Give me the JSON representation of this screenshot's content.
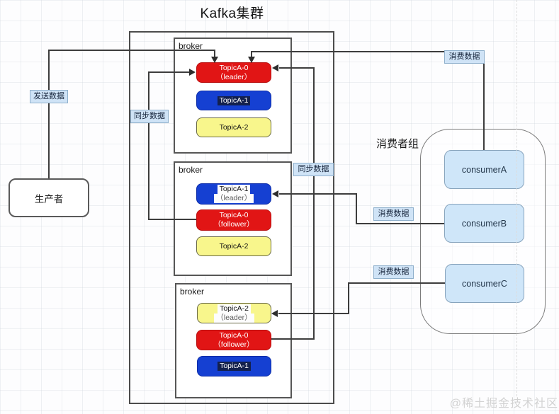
{
  "title": "Kafka集群",
  "watermark": "@稀土掘金技术社区",
  "producer": {
    "label": "生产者"
  },
  "labels": {
    "send_data": "发送数据",
    "sync_data_1": "同步数据",
    "sync_data_2": "同步数据",
    "consume_data_a": "消费数据",
    "consume_data_b": "消费数据",
    "consume_data_c": "消费数据"
  },
  "consumer_group": {
    "label": "消费者组",
    "consumers": [
      {
        "label": "consumerA"
      },
      {
        "label": "consumerB"
      },
      {
        "label": "consumerC"
      }
    ]
  },
  "brokers": [
    {
      "label": "broker",
      "topics": [
        {
          "name": "TopicA-0",
          "role": "（leader）"
        },
        {
          "name": "TopicA-1",
          "role": ""
        },
        {
          "name": "TopicA-2",
          "role": ""
        }
      ]
    },
    {
      "label": "broker",
      "topics": [
        {
          "name": "TopicA-1",
          "role": "（leader）"
        },
        {
          "name": "TopicA-0",
          "role": "（follower）"
        },
        {
          "name": "TopicA-2",
          "role": ""
        }
      ]
    },
    {
      "label": "broker",
      "topics": [
        {
          "name": "TopicA-2",
          "role": "（leader）"
        },
        {
          "name": "TopicA-0",
          "role": "（follower）"
        },
        {
          "name": "TopicA-1",
          "role": ""
        }
      ]
    }
  ],
  "colors": {
    "topic_red": "#e11515",
    "topic_blue": "#1540d2",
    "topic_yellow": "#f8f68c",
    "consumer_fill": "#cfe6f9",
    "label_chip_fill": "#cfe3f6",
    "line": "#3d3d3d"
  }
}
